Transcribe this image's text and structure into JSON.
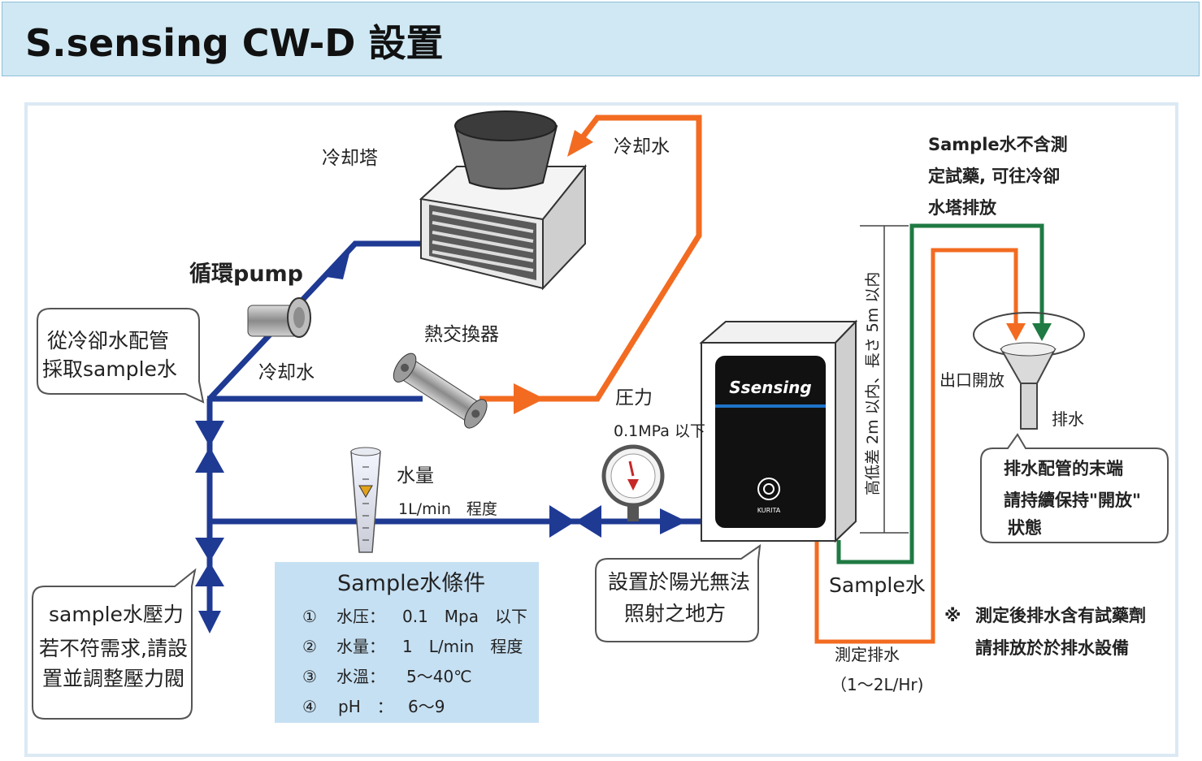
{
  "title": "S.sensing CW-D 設置",
  "labels": {
    "cooling_tower": "冷却塔",
    "cooling_water_top": "冷却水",
    "cooling_water_mid": "冷却水",
    "pump": "循環pump",
    "heat_exchanger": "熱交換器",
    "pressure": "圧力",
    "pressure_value": "0.1MPa 以下",
    "flow": "水量",
    "flow_value": "1L/min　程度",
    "height_note": "高低差 2m 以内、長さ 5m 以内",
    "outlet_open": "出口開放",
    "drain": "排水",
    "sample_water": "Sample水",
    "measure_drain": "測定排水",
    "measure_drain_rate": "（1～2L/Hr)",
    "device_brand": "Ssensing",
    "device_logo_text": "KURITA"
  },
  "callouts": {
    "sample_from_pipe": [
      "從冷卻水配管",
      "採取sample水"
    ],
    "pressure_valve": [
      "sample水壓力",
      "若不符需求,請設",
      "置並調整壓力閥"
    ],
    "no_sunlight": [
      "設置於陽光無法",
      "照射之地方"
    ],
    "drain_end_open": [
      "排水配管的末端",
      "請持續保持\"開放\"",
      "狀態"
    ],
    "sample_no_reagent": [
      "Sample水不含測",
      "定試藥, 可往冷卻",
      "水塔排放"
    ],
    "reagent_note": [
      "測定後排水含有試藥劑",
      "請排放於於排水設備"
    ],
    "reagent_mark": "※"
  },
  "conditions": {
    "title": "Sample水條件",
    "rows": [
      {
        "num": "①",
        "name": "水压：",
        "value": "0.1　Mpa　以下"
      },
      {
        "num": "②",
        "name": "水量：",
        "value": "1　L/min　程度"
      },
      {
        "num": "③",
        "name": "水溫：",
        "value": "5～40℃"
      },
      {
        "num": "④",
        "name": "pH　：",
        "value": "6～9"
      }
    ]
  },
  "colors": {
    "blue_pipe": "#1f3a93",
    "orange_pipe": "#f26b21",
    "green_pipe": "#1f7a43",
    "title_bg": "#cfe8f3",
    "conditions_bg": "#c6e0f3"
  }
}
